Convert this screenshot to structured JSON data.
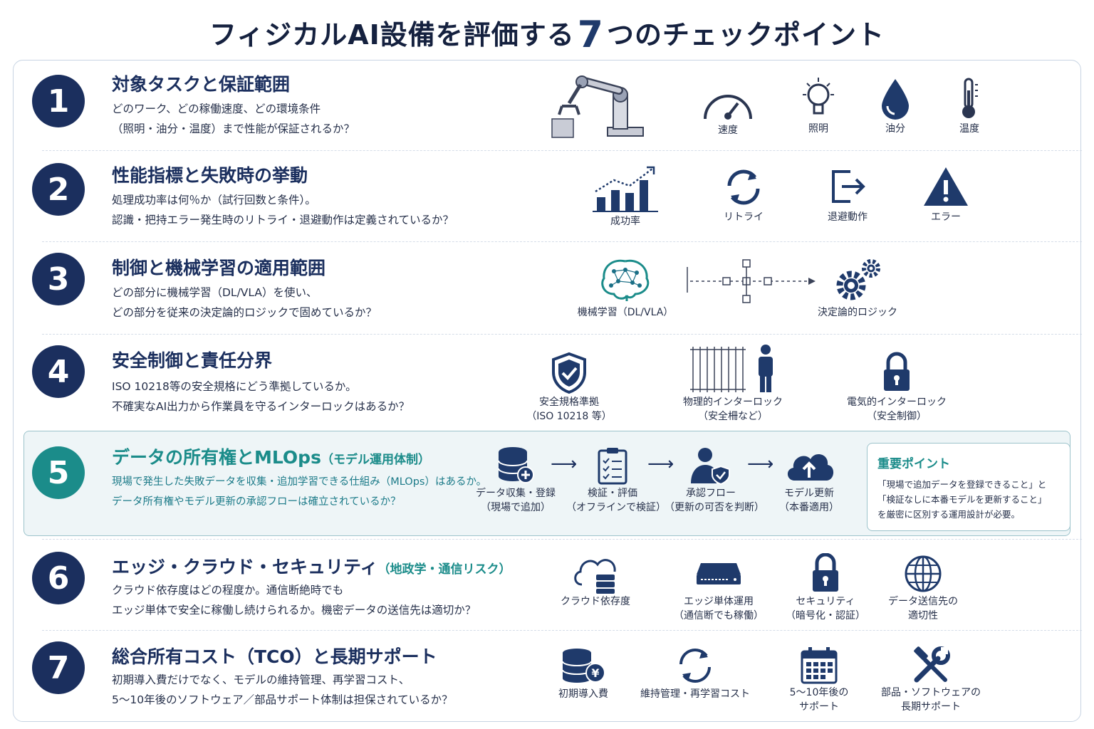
{
  "page_title": {
    "prefix": "フィジカルAI設備を評価する",
    "number": "7",
    "suffix": "つのチェックポイント"
  },
  "colors": {
    "navy": "#1b2f5e",
    "teal": "#1b8c8a",
    "highlight_bg": "#eef5f7"
  },
  "rows": [
    {
      "number": "1",
      "title": "対象タスクと保証範囲",
      "desc": [
        "どのワーク、どの稼働速度、どの環境条件",
        "（照明・油分・温度）まで性能が保証されるか？"
      ],
      "icons": [
        {
          "name": "robot-arm-icon",
          "label": ""
        },
        {
          "name": "speedometer-icon",
          "label": "速度"
        },
        {
          "name": "light-bulb-icon",
          "label": "照明"
        },
        {
          "name": "oil-drop-icon",
          "label": "油分"
        },
        {
          "name": "thermometer-icon",
          "label": "温度"
        }
      ]
    },
    {
      "number": "2",
      "title": "性能指標と失敗時の挙動",
      "desc": [
        "処理成功率は何％か（試行回数と条件）。",
        "認識・把持エラー発生時のリトライ・退避動作は定義されているか？"
      ],
      "icons": [
        {
          "name": "bar-chart-icon",
          "label": "成功率"
        },
        {
          "name": "retry-icon",
          "label": "リトライ"
        },
        {
          "name": "exit-icon",
          "label": "退避動作"
        },
        {
          "name": "warning-icon",
          "label": "エラー"
        }
      ]
    },
    {
      "number": "3",
      "title": "制御と機械学習の適用範囲",
      "desc": [
        "どの部分に機械学習（DL/VLA）を使い、",
        "どの部分を従来の決定論的ロジックで固めているか？"
      ],
      "icons": [
        {
          "name": "brain-icon",
          "label": "機械学習（DL/VLA）"
        },
        {
          "name": "flowchart-icon",
          "label": ""
        },
        {
          "name": "gears-icon",
          "label": "決定論的ロジック"
        }
      ]
    },
    {
      "number": "4",
      "title": "安全制御と責任分界",
      "desc": [
        "ISO 10218等の安全規格にどう準拠しているか。",
        "不確実なAI出力から作業員を守るインターロックはあるか？"
      ],
      "icons": [
        {
          "name": "shield-check-icon",
          "label": "安全規格準拠",
          "label2": "（ISO 10218 等）"
        },
        {
          "name": "fence-person-icon",
          "label": "物理的インターロック",
          "label2": "（安全柵など）"
        },
        {
          "name": "padlock-icon",
          "label": "電気的インターロック",
          "label2": "（安全制御）"
        }
      ]
    },
    {
      "number": "5",
      "title": "データの所有権とMLOps",
      "title_sub": "（モデル運用体制）",
      "desc": [
        "現場で発生した失敗データを収集・追加学習できる仕組み（MLOps）はあるか。",
        "データ所有権やモデル更新の承認フローは確立されているか？"
      ],
      "icons": [
        {
          "name": "database-add-icon",
          "label": "データ収集・登録",
          "label2": "（現場で追加）"
        },
        {
          "name": "checklist-icon",
          "label": "検証・評価",
          "label2": "（オフラインで検証）"
        },
        {
          "name": "user-shield-icon",
          "label": "承認フロー",
          "label2": "（更新の可否を判断）"
        },
        {
          "name": "cloud-upload-icon",
          "label": "モデル更新",
          "label2": "（本番適用）"
        }
      ],
      "note": {
        "title": "重要ポイント",
        "lines": [
          "「現場で追加データを登録できること」と",
          "「検証なしに本番モデルを更新すること」",
          "を厳密に区別する運用設計が必要。"
        ]
      }
    },
    {
      "number": "6",
      "title": "エッジ・クラウド・セキュリティ",
      "title_sub": "（地政学・通信リスク）",
      "desc": [
        "クラウド依存度はどの程度か。通信断絶時でも",
        "エッジ単体で安全に稼働し続けられるか。機密データの送信先は適切か？"
      ],
      "icons": [
        {
          "name": "cloud-server-icon",
          "label": "クラウド依存度"
        },
        {
          "name": "edge-device-icon",
          "label": "エッジ単体運用",
          "label2": "（通信断でも稼働）"
        },
        {
          "name": "padlock-icon",
          "label": "セキュリティ",
          "label2": "（暗号化・認証）"
        },
        {
          "name": "globe-icon",
          "label": "データ送信先の",
          "label2": "適切性"
        }
      ]
    },
    {
      "number": "7",
      "title": "総合所有コスト（TCO）と長期サポート",
      "desc": [
        "初期導入費だけでなく、モデルの維持管理、再学習コスト、",
        "5～10年後のソフトウェア／部品サポート体制は担保されているか？"
      ],
      "icons": [
        {
          "name": "coins-yen-icon",
          "label": "初期導入費"
        },
        {
          "name": "cycle-icon",
          "label": "維持管理・再学習コスト"
        },
        {
          "name": "calendar-icon",
          "label": "5～10年後の",
          "label2": "サポート"
        },
        {
          "name": "tools-icon",
          "label": "部品・ソフトウェアの",
          "label2": "長期サポート"
        }
      ]
    }
  ]
}
